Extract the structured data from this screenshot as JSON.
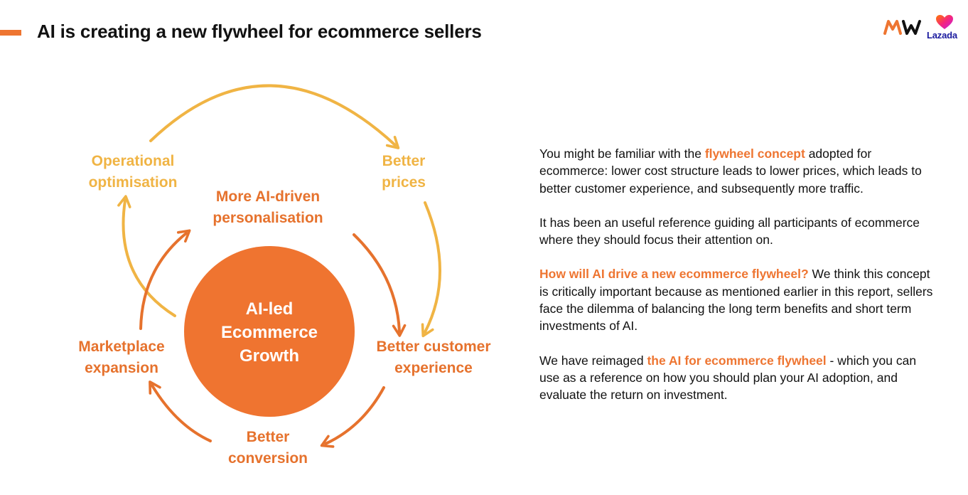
{
  "title": "AI is creating a new flywheel for ecommerce sellers",
  "logos": {
    "mw_icon": "mw-logo-icon",
    "lazada_icon": "lazada-heart-icon",
    "lazada_label": "Lazada"
  },
  "colors": {
    "accent_orange": "#ee7531",
    "hub_orange": "#ef7430",
    "outer_yellow": "#f0b444",
    "inner_orange": "#e6722d",
    "lazada_blue": "#1a1a9e"
  },
  "diagram": {
    "hub": {
      "lines": [
        "AI-led",
        "Ecommerce",
        "Growth"
      ]
    },
    "outer_cycle": {
      "operational_optimisation": [
        "Operational",
        "optimisation"
      ],
      "better_prices": [
        "Better",
        "prices"
      ]
    },
    "inner_cycle": {
      "personalisation": [
        "More AI-driven",
        "personalisation"
      ],
      "better_customer_experience": [
        "Better customer",
        "experience"
      ],
      "better_conversion": [
        "Better",
        "conversion"
      ],
      "marketplace_expansion": [
        "Marketplace",
        "expansion"
      ]
    }
  },
  "body": {
    "p1": {
      "before": "You might be familiar with the ",
      "highlight": "flywheel concept",
      "after": " adopted for ecommerce: lower cost structure leads to lower prices, which leads to better customer experience, and subsequently more traffic."
    },
    "p2": "It has been an useful reference guiding all participants of ecommerce where they should focus their attention on.",
    "p3": {
      "highlight": "How will AI drive a new ecommerce flywheel?",
      "after": " We think this concept is critically important because as mentioned earlier in this report, sellers face the dilemma of balancing the long term benefits and short term investments of AI."
    },
    "p4": {
      "before": "We have reimaged ",
      "highlight": "the AI for ecommerce flywheel",
      "after": " - which you can use as a reference on how you should plan your AI adoption, and evaluate the return on investment."
    }
  }
}
